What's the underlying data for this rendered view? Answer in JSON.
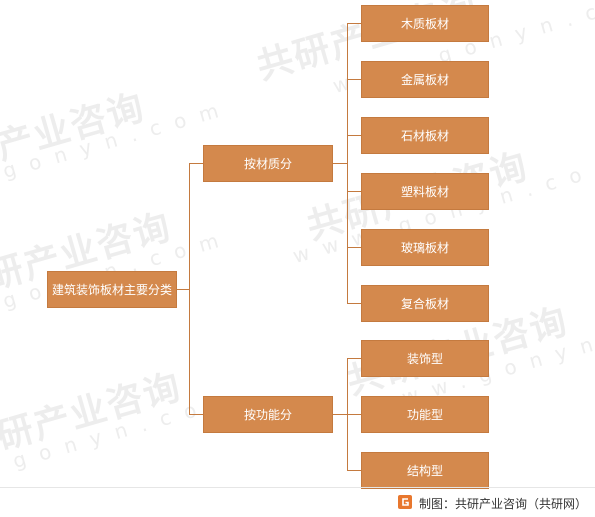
{
  "root": {
    "label": "建筑装饰板材主要分类"
  },
  "branches": [
    {
      "label": "按材质分",
      "children": [
        "木质板材",
        "金属板材",
        "石材板材",
        "塑料板材",
        "玻璃板材",
        "复合板材"
      ]
    },
    {
      "label": "按功能分",
      "children": [
        "装饰型",
        "功能型",
        "结构型"
      ]
    }
  ],
  "footer": {
    "source": "制图：共研产业咨询（共研网）"
  },
  "colors": {
    "box_fill": "#d4894d",
    "connector": "#c47a3f",
    "text": "#ffffff"
  }
}
